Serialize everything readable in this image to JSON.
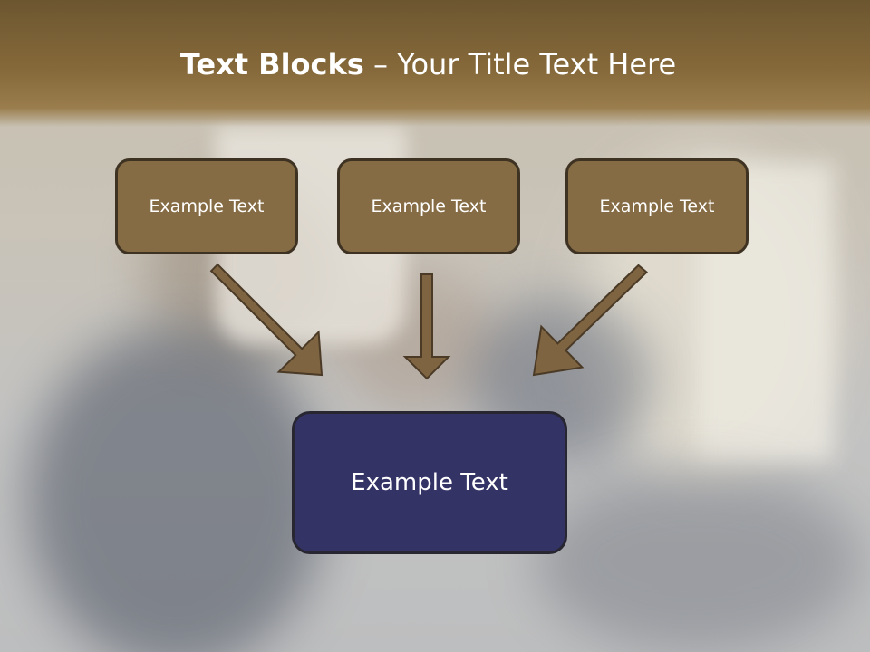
{
  "slide": {
    "title_bold": "Text Blocks",
    "title_rest": " – Your Title Text Here",
    "boxes": [
      {
        "label": "Example Text"
      },
      {
        "label": "Example Text"
      },
      {
        "label": "Example Text"
      }
    ],
    "target": {
      "label": "Example Text"
    }
  },
  "colors": {
    "top_band": "#86693a",
    "source_box_fill": "#866c44",
    "target_box_fill": "#343366",
    "arrow_fill": "#7f6441"
  }
}
